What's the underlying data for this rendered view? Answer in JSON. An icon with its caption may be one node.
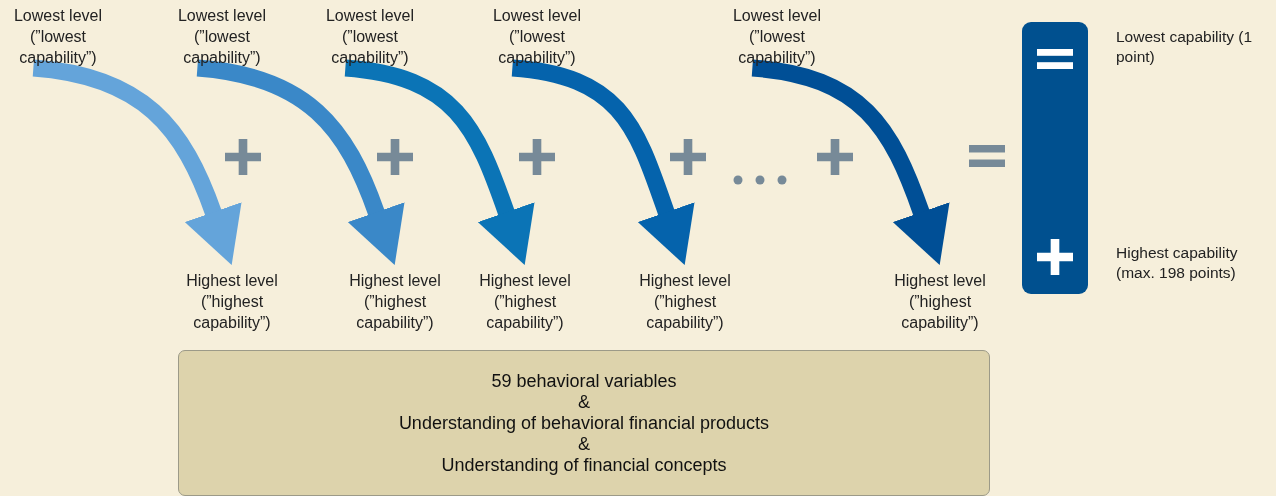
{
  "diagram": {
    "nodes": [
      {
        "text": [
          "Lowest level (”lowest capability”)"
        ]
      },
      {
        "text": [
          "Lowest level (”lowest capability”)"
        ]
      },
      {
        "text": [
          "Lowest level (”lowest capability”)"
        ]
      },
      {
        "text": [
          "Lowest level (”lowest capability”)"
        ]
      },
      {
        "text": [
          "Lowest level (”lowest capability”)"
        ]
      },
      {
        "text": [
          "Highest level (”highest capability”)"
        ]
      },
      {
        "text": [
          "Highest level (”highest capability”)"
        ]
      },
      {
        "text": [
          "Highest level (”highest capability”)"
        ]
      },
      {
        "text": [
          "Highest level (”highest capability”)"
        ]
      },
      {
        "text": [
          "Highest level (”highest capability”)"
        ]
      },
      {
        "text": [],
        "shape": "bar",
        "beside": [
          "Lowest capability (1 point)",
          "Highest capability (max. 198 points)"
        ]
      },
      {
        "text": [
          "59 behavioral variables",
          "&",
          "Understanding of behavioral financial products",
          "&",
          "Understanding of financial concepts"
        ]
      }
    ],
    "edges": [
      {
        "from": 0,
        "to": 5,
        "arrow": "to",
        "color": "#64a4da"
      },
      {
        "from": 1,
        "to": 6,
        "arrow": "to",
        "color": "#3a88c8"
      },
      {
        "from": 2,
        "to": 7,
        "arrow": "to",
        "color": "#0b74b6"
      },
      {
        "from": 3,
        "to": 8,
        "arrow": "to",
        "color": "#0563ac"
      },
      {
        "from": 4,
        "to": 9,
        "arrow": "to",
        "color": "#004f96"
      }
    ]
  }
}
